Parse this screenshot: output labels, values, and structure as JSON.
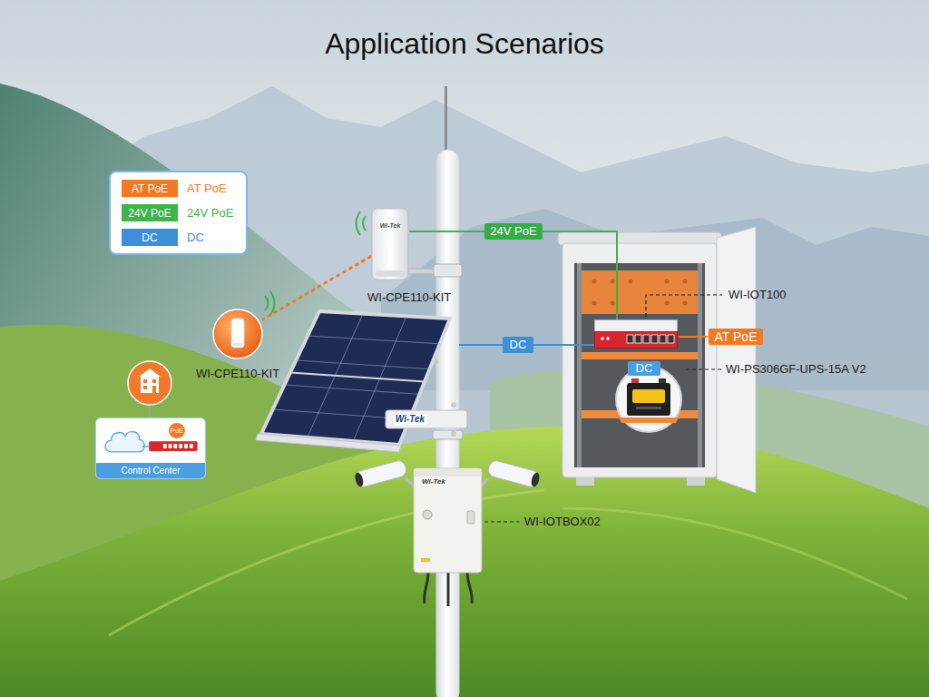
{
  "diagram": {
    "title": "Application Scenarios",
    "nodes": [
      {
        "text": [
          "WI-CPE110-KIT"
        ]
      },
      {
        "text": [
          "WI-IOT100"
        ]
      },
      {
        "text": [
          "WI-PS306GF-UPS-15A V2"
        ]
      },
      {
        "text": [
          "WI-CPE110-KIT"
        ]
      },
      {
        "text": [
          "Control Center"
        ]
      },
      {
        "text": [
          "WI-IOTBOX02"
        ]
      }
    ],
    "edges": [
      {
        "from": 0,
        "to": 1,
        "label": "24V PoE",
        "arrow": "none"
      },
      {
        "from": 0,
        "to": 3,
        "arrow": "none"
      }
    ],
    "labels": [
      "AT PoE",
      "24V PoE",
      "DC",
      "DC",
      "AT PoE",
      "DC",
      "PoE",
      "Wi-Tek",
      "Wi-Tek",
      "Wi-Tek"
    ],
    "legend": [
      {
        "text": "AT PoE",
        "color": "#f47920"
      },
      {
        "text": "24V PoE",
        "color": "#3cb44a"
      },
      {
        "text": "DC",
        "color": "#3d8fd8"
      }
    ]
  }
}
